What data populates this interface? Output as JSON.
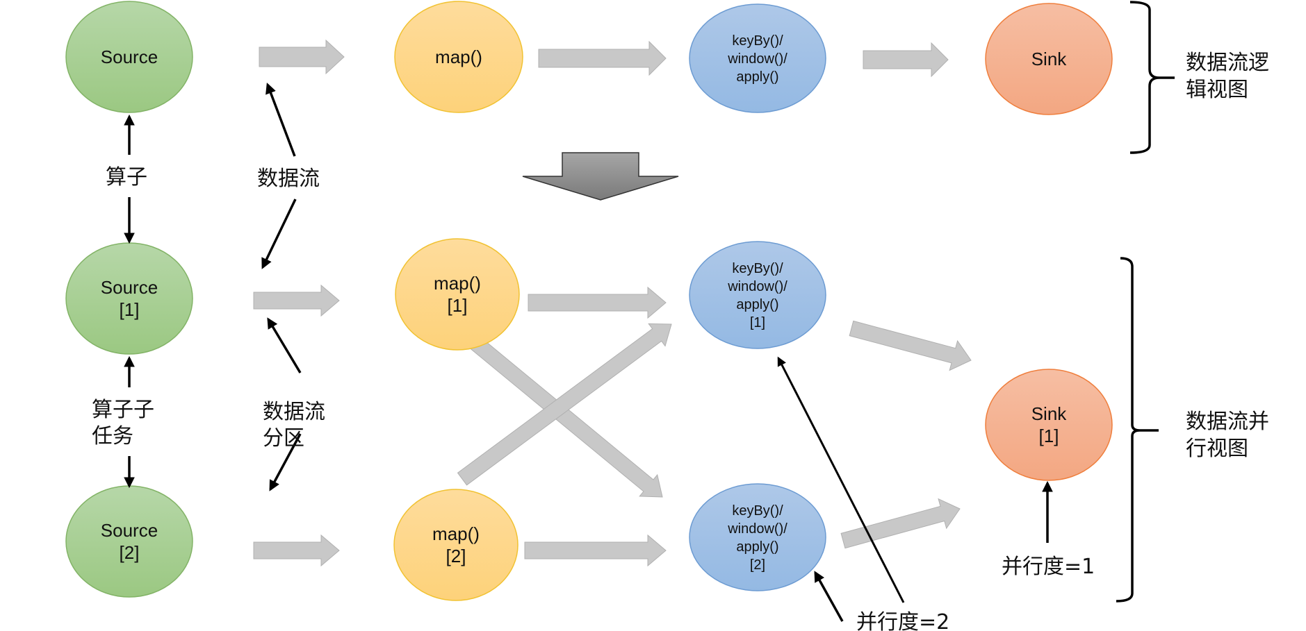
{
  "logical_view": {
    "nodes": [
      {
        "id": "source",
        "lines": [
          "Source"
        ],
        "color": "green"
      },
      {
        "id": "map",
        "lines": [
          "map()"
        ],
        "color": "yellow"
      },
      {
        "id": "keyby",
        "lines": [
          "keyBy()/",
          "window()/",
          "apply()"
        ],
        "color": "blue"
      },
      {
        "id": "sink",
        "lines": [
          "Sink"
        ],
        "color": "orange"
      }
    ],
    "bracket_label": [
      "数据流逻",
      "辑视图"
    ]
  },
  "parallel_view": {
    "nodes": [
      {
        "id": "source-1",
        "lines": [
          "Source",
          "[1]"
        ],
        "color": "green"
      },
      {
        "id": "source-2",
        "lines": [
          "Source",
          "[2]"
        ],
        "color": "green"
      },
      {
        "id": "map-1",
        "lines": [
          "map()",
          "[1]"
        ],
        "color": "yellow"
      },
      {
        "id": "map-2",
        "lines": [
          "map()",
          "[2]"
        ],
        "color": "yellow"
      },
      {
        "id": "keyby-1",
        "lines": [
          "keyBy()/",
          "window()/",
          "apply()",
          "[1]"
        ],
        "color": "blue"
      },
      {
        "id": "keyby-2",
        "lines": [
          "keyBy()/",
          "window()/",
          "apply()",
          "[2]"
        ],
        "color": "blue"
      },
      {
        "id": "sink-1",
        "lines": [
          "Sink",
          "[1]"
        ],
        "color": "orange"
      }
    ],
    "bracket_label": [
      "数据流并",
      "行视图"
    ]
  },
  "annotations": {
    "operator": "算子",
    "dataflow": "数据流",
    "subtask": [
      "算子子",
      "任务"
    ],
    "partition": [
      "数据流",
      "分区"
    ],
    "parallelism_2": "并行度=2",
    "parallelism_1": "并行度=1"
  },
  "colors": {
    "green": {
      "top": "#b6d7a8",
      "bottom": "#9bc882",
      "stroke": "#82b366"
    },
    "yellow": {
      "top": "#fedc9c",
      "bottom": "#fdd27a",
      "stroke": "#f1c232"
    },
    "blue": {
      "top": "#aec8e8",
      "bottom": "#94b9e3",
      "stroke": "#6c9bd2"
    },
    "orange": {
      "top": "#f6bea3",
      "bottom": "#f3a782",
      "stroke": "#ef7e3c"
    },
    "flow_arrow": "#c8c8c8",
    "flow_arrow_stroke": "#b0b0b0",
    "transform_arrow": "#909090"
  }
}
